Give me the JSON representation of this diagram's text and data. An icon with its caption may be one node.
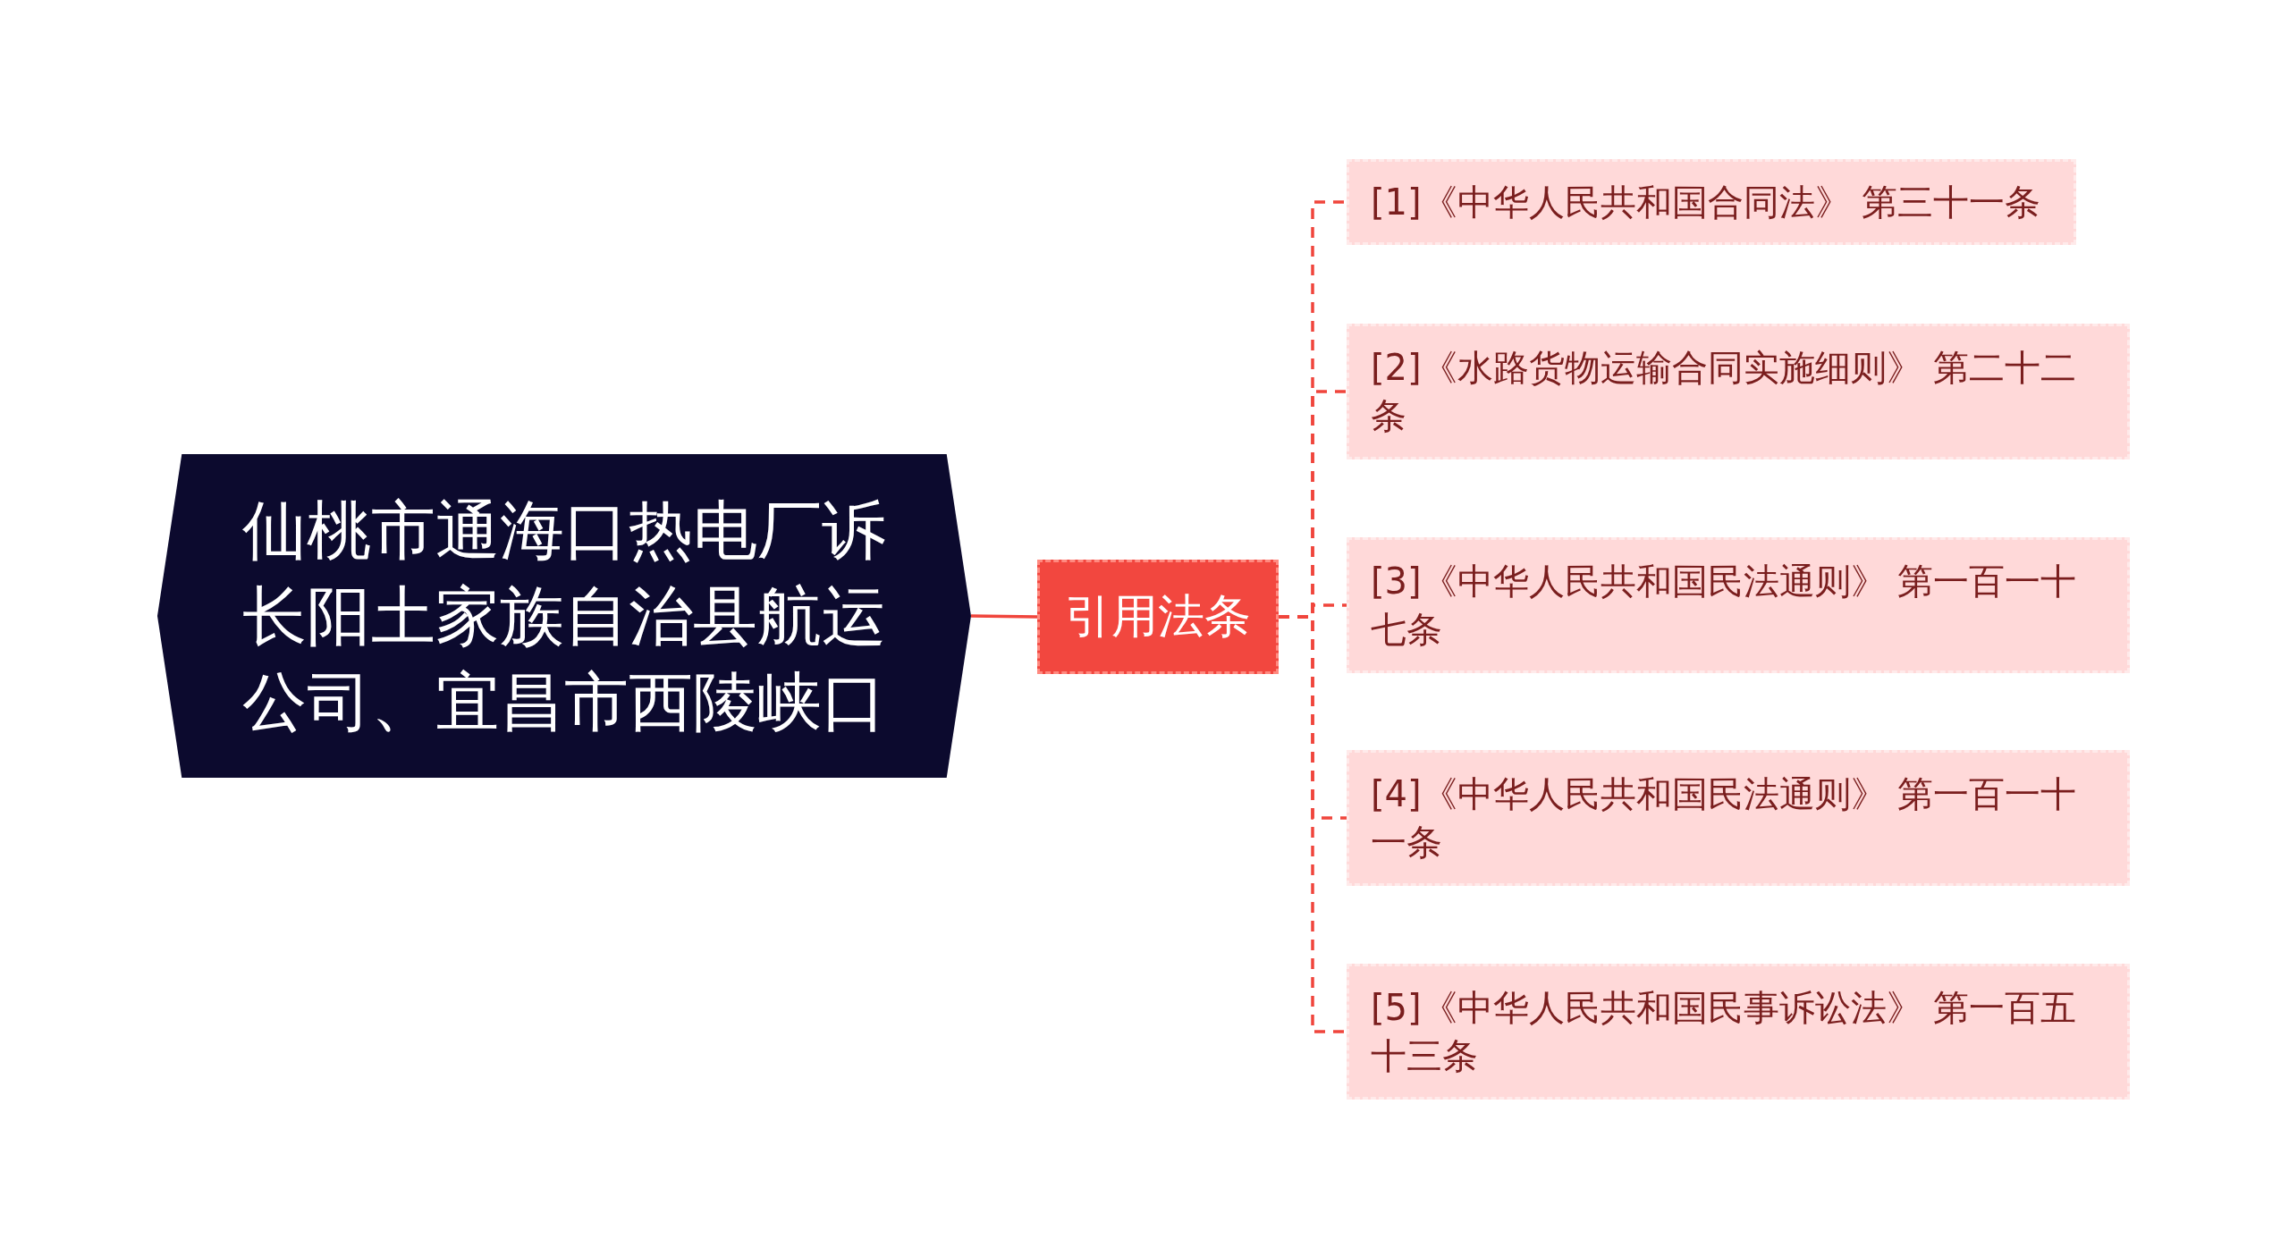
{
  "diagram": {
    "nodes": [
      {
        "text": [
          "仙桃市通海口热电厂诉长阳土家族自治县航运公司、宜昌市西陵峡口"
        ]
      },
      {
        "text": [
          "引用法条"
        ]
      },
      {
        "text": [
          "[1]《中华人民共和国合同法》 第三十一条"
        ]
      },
      {
        "text": [
          "[2]《水路货物运输合同实施细则》 第二十二条"
        ]
      },
      {
        "text": [
          "[3]《中华人民共和国民法通则》 第一百一十七条"
        ]
      },
      {
        "text": [
          "[4]《中华人民共和国民法通则》 第一百一十一条"
        ]
      },
      {
        "text": [
          "[5]《中华人民共和国民事诉讼法》 第一百五十三条"
        ]
      }
    ],
    "edges": [
      {
        "from": 0,
        "to": 1,
        "arrow": "none"
      },
      {
        "from": 1,
        "to": 2,
        "arrow": "none",
        "style": "dashed"
      },
      {
        "from": 1,
        "to": 3,
        "arrow": "none",
        "style": "dashed"
      },
      {
        "from": 1,
        "to": 4,
        "arrow": "none",
        "style": "dashed"
      },
      {
        "from": 1,
        "to": 5,
        "arrow": "none",
        "style": "dashed"
      },
      {
        "from": 1,
        "to": 6,
        "arrow": "none",
        "style": "dashed"
      }
    ]
  }
}
